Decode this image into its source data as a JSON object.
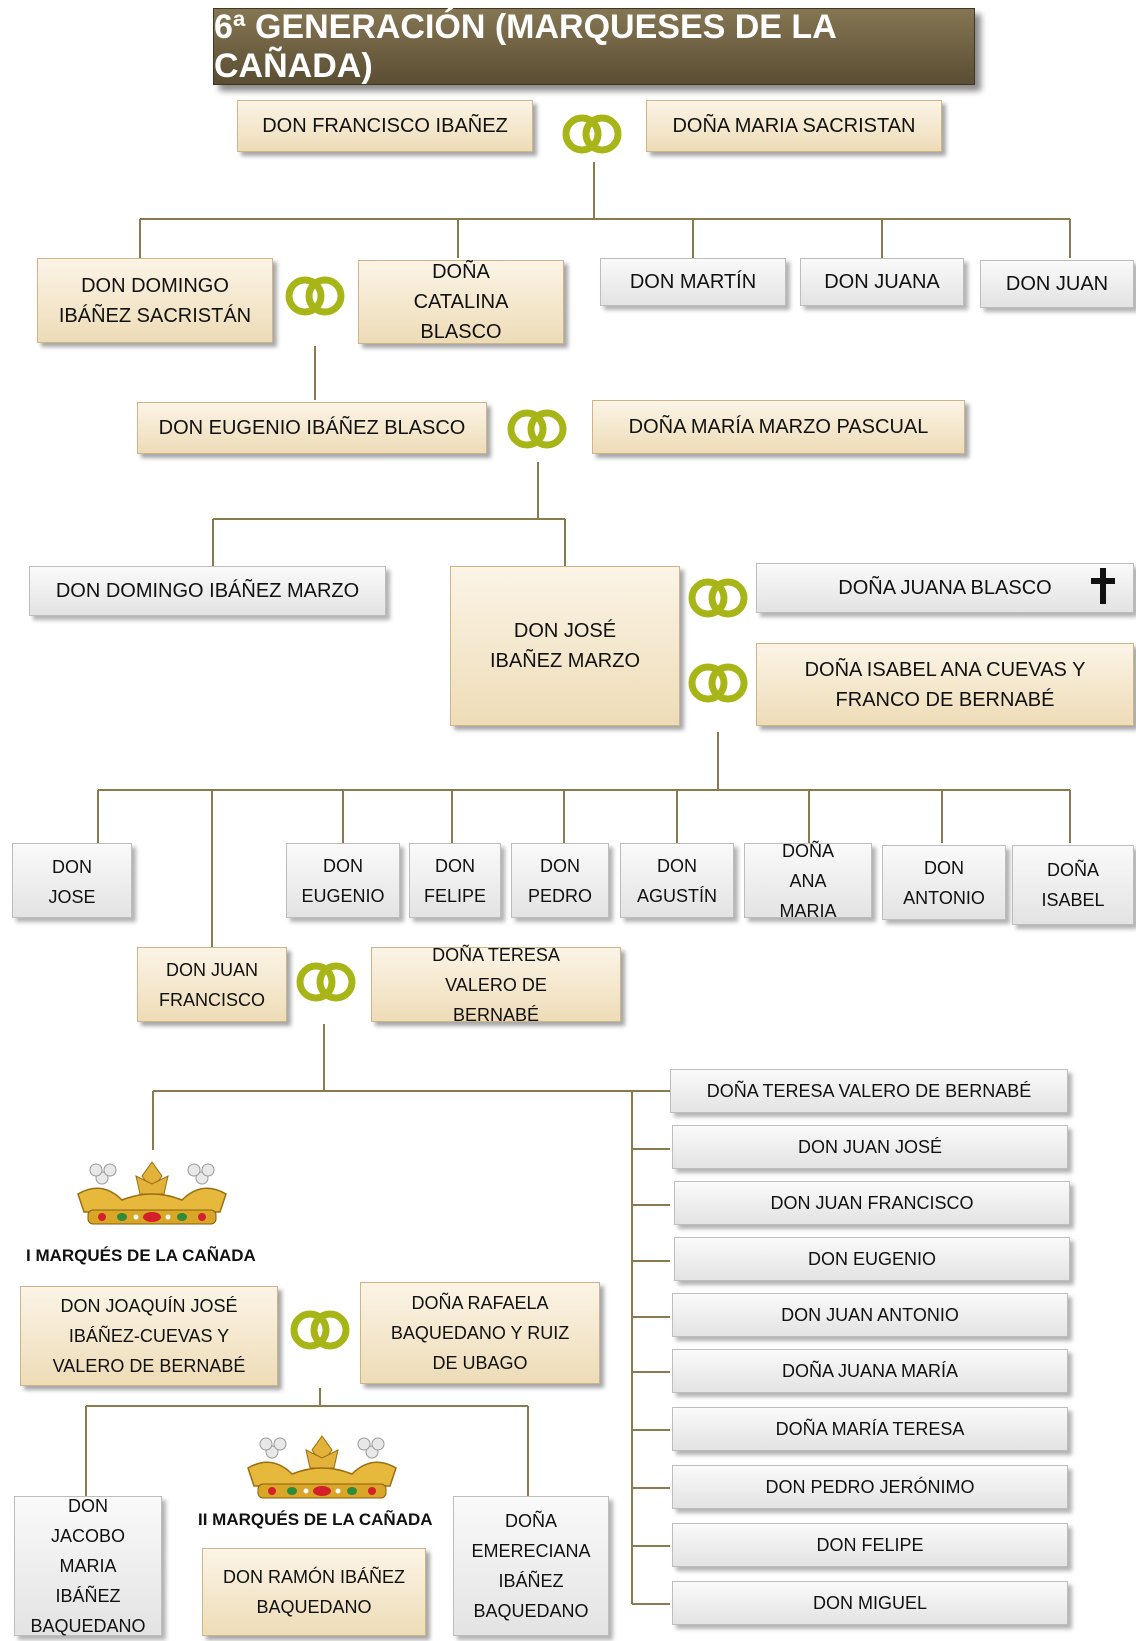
{
  "title": "6ª GENERACIÓN (MARQUESES DE LA CAÑADA)",
  "gen1": {
    "husband": "DON FRANCISCO IBAÑEZ",
    "wife": "DOÑA MARIA SACRISTAN"
  },
  "gen2": {
    "husband": "DON DOMINGO IBÁÑEZ SACRISTÁN",
    "wife": "DOÑA CATALINA BLASCO",
    "siblings": [
      "DON MARTÍN",
      "DON JUANA",
      "DON JUAN"
    ]
  },
  "gen3": {
    "husband": "DON EUGENIO IBÁÑEZ BLASCO",
    "wife": "DOÑA MARÍA MARZO PASCUAL"
  },
  "gen4": {
    "brother": "DON DOMINGO IBÁÑEZ MARZO",
    "husband": "DON JOSÉ IBAÑEZ MARZO",
    "wife1": "DOÑA JUANA BLASCO",
    "wife2": "DOÑA ISABEL ANA CUEVAS Y FRANCO DE BERNABÉ"
  },
  "gen5": {
    "children": [
      "DON JOSE",
      "DON EUGENIO",
      "DON FELIPE",
      "DON PEDRO",
      "DON AGUSTÍN",
      "DOÑA ANA MARIA",
      "DON ANTONIO",
      "DOÑA ISABEL"
    ],
    "husband": "DON JUAN FRANCISCO",
    "wife": "DOÑA TERESA VALERO DE BERNABÉ"
  },
  "gen6": {
    "title1": "I MARQUÉS DE LA CAÑADA",
    "husband": "DON JOAQUÍN JOSÉ IBÁÑEZ-CUEVAS Y VALERO DE BERNABÉ",
    "wife": "DOÑA RAFAELA BAQUEDANO Y RUIZ DE UBAGO",
    "siblings": [
      "DOÑA TERESA VALERO DE BERNABÉ",
      "DON JUAN JOSÉ",
      "DON JUAN FRANCISCO",
      "DON EUGENIO",
      "DON JUAN ANTONIO",
      "DOÑA JUANA MARÍA",
      "DOÑA MARÍA TERESA",
      "DON PEDRO JERÓNIMO",
      "DON FELIPE",
      "DON MIGUEL"
    ]
  },
  "gen7": {
    "title2": "II MARQUÉS DE LA CAÑADA",
    "left": "DON JACOBO MARIA IBÁÑEZ BAQUEDANO",
    "center": "DON RAMÓN IBÁÑEZ BAQUEDANO",
    "right": "DOÑA EMERECIANA IBÁÑEZ BAQUEDANO"
  },
  "colors": {
    "ring": "#a7b516",
    "line": "#8c7a4f",
    "title_bg": "#6e6246"
  }
}
